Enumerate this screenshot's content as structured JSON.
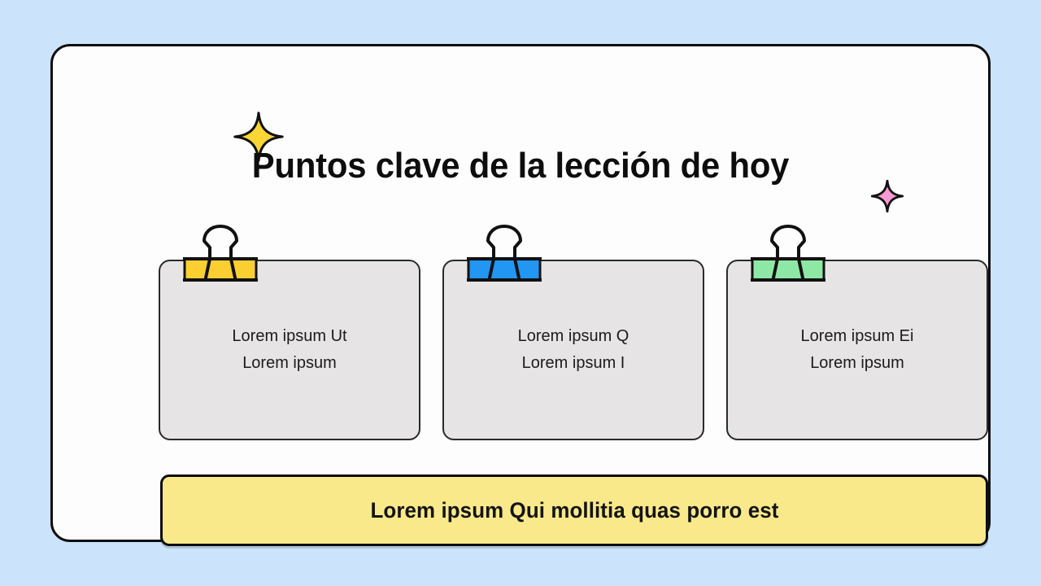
{
  "page": {
    "background_color": "#cbe4fc",
    "panel_color": "#fdfdfd",
    "panel_border_color": "#0d0d0d"
  },
  "header": {
    "title": "Puntos clave de la lección de hoy"
  },
  "decorations": [
    {
      "name": "sparkle-yellow-icon",
      "color": "#f9d635",
      "outline": "#111111"
    },
    {
      "name": "sparkle-pink-icon",
      "color": "#f79ad3",
      "outline": "#111111"
    }
  ],
  "main": {
    "cards": [
      {
        "clip_name": "binder-clip-yellow-icon",
        "clip_color": "#fbcf31",
        "text": "Lorem ipsum Ut\nLorem ipsum"
      },
      {
        "clip_name": "binder-clip-blue-icon",
        "clip_color": "#2196f3",
        "text": "Lorem ipsum Q\nLorem ipsum I"
      },
      {
        "clip_name": "binder-clip-green-icon",
        "clip_color": "#8ee8a5",
        "text": "Lorem ipsum Ei\nLorem ipsum"
      }
    ],
    "card_fill_color": "#e7e4e6",
    "card_border_color": "#2a2a2a"
  },
  "banner": {
    "text": "Lorem ipsum Qui mollitia quas porro est",
    "fill_color": "#fae98a",
    "border_color": "#0d0d0d"
  }
}
